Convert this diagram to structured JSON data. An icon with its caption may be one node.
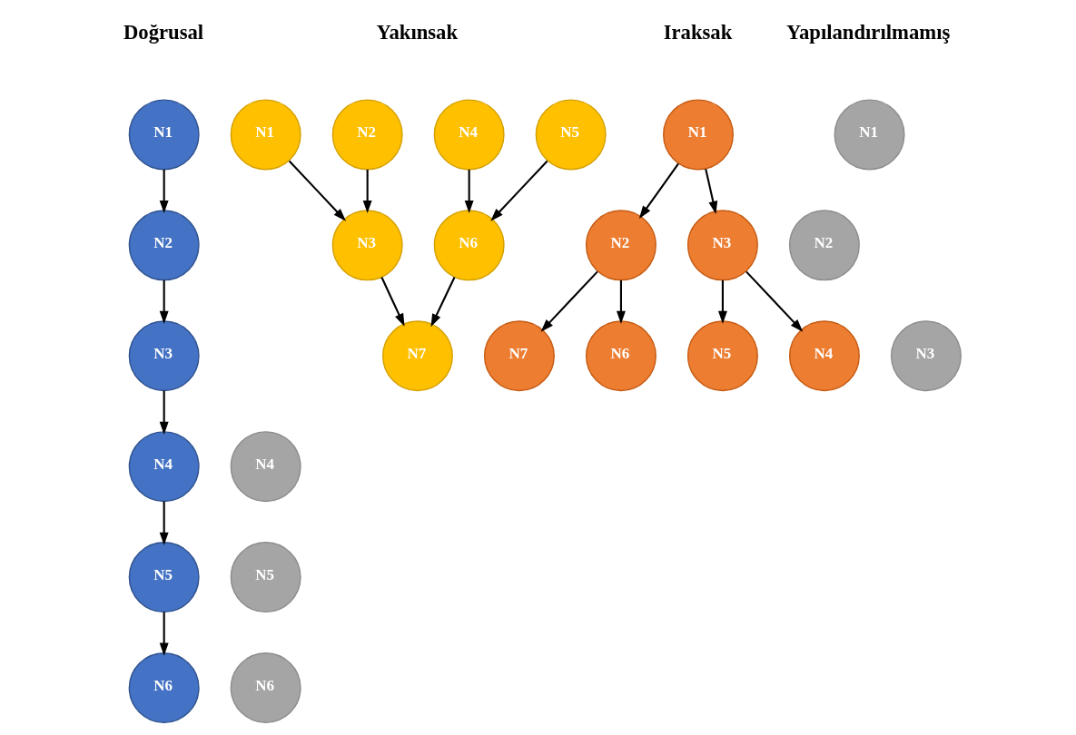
{
  "diagram": {
    "nodes": [
      {
        "text": [
          "N1"
        ]
      },
      {
        "text": [
          "N2"
        ]
      },
      {
        "text": [
          "N3"
        ]
      },
      {
        "text": [
          "N4"
        ]
      },
      {
        "text": [
          "N5"
        ]
      },
      {
        "text": [
          "N6"
        ]
      },
      {
        "text": [
          "N1"
        ]
      },
      {
        "text": [
          "N2"
        ]
      },
      {
        "text": [
          "N3"
        ]
      },
      {
        "text": [
          "N4"
        ]
      },
      {
        "text": [
          "N5"
        ]
      },
      {
        "text": [
          "N6"
        ]
      },
      {
        "text": [
          "N7"
        ]
      },
      {
        "text": [
          "N1"
        ]
      },
      {
        "text": [
          "N2"
        ]
      },
      {
        "text": [
          "N3"
        ]
      },
      {
        "text": [
          "N7"
        ]
      },
      {
        "text": [
          "N6"
        ]
      },
      {
        "text": [
          "N5"
        ]
      },
      {
        "text": [
          "N4"
        ]
      },
      {
        "text": [
          "N1"
        ]
      },
      {
        "text": [
          "N2"
        ]
      },
      {
        "text": [
          "N3"
        ]
      },
      {
        "text": [
          "N4"
        ]
      },
      {
        "text": [
          "N5"
        ]
      },
      {
        "text": [
          "N6"
        ]
      }
    ],
    "edges": [
      {
        "from": 0,
        "to": 1,
        "arrow": "to"
      },
      {
        "from": 1,
        "to": 2,
        "arrow": "to"
      },
      {
        "from": 2,
        "to": 3,
        "arrow": "to"
      },
      {
        "from": 3,
        "to": 4,
        "arrow": "to"
      },
      {
        "from": 4,
        "to": 5,
        "arrow": "to"
      },
      {
        "from": 6,
        "to": 8,
        "arrow": "to"
      },
      {
        "from": 7,
        "to": 8,
        "arrow": "to"
      },
      {
        "from": 9,
        "to": 11,
        "arrow": "to"
      },
      {
        "from": 10,
        "to": 11,
        "arrow": "to"
      },
      {
        "from": 8,
        "to": 12,
        "arrow": "to"
      },
      {
        "from": 11,
        "to": 12,
        "arrow": "to"
      },
      {
        "from": 13,
        "to": 14,
        "arrow": "to"
      },
      {
        "from": 13,
        "to": 15,
        "arrow": "to"
      },
      {
        "from": 14,
        "to": 16,
        "arrow": "to"
      },
      {
        "from": 14,
        "to": 17,
        "arrow": "to"
      },
      {
        "from": 15,
        "to": 18,
        "arrow": "to"
      },
      {
        "from": 15,
        "to": 19,
        "arrow": "to"
      }
    ],
    "labels": [
      "Doğrusal",
      "Yakınsak",
      "Iraksak",
      "Yapılandırılmamış"
    ]
  }
}
